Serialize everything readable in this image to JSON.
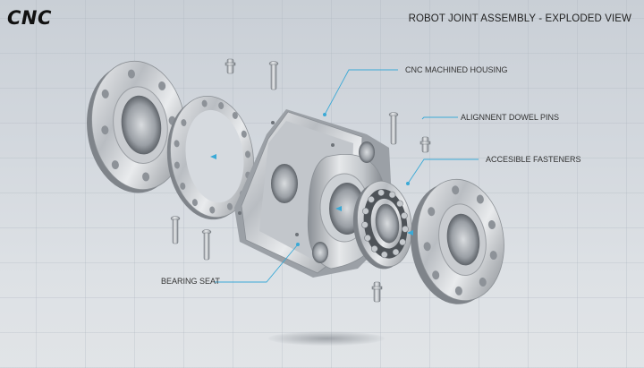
{
  "header": {
    "logo": "CNC",
    "title": "ROBOT JOINT ASSEMBLY - EXPLODED VIEW"
  },
  "callouts": [
    {
      "id": "housing",
      "label": "CNC MACHINED HOUSING"
    },
    {
      "id": "dowel-pins",
      "label": "ALIGNNENT DOWEL PINS"
    },
    {
      "id": "fasteners",
      "label": "ACCESIBLE FASTENERS"
    },
    {
      "id": "bearing-seat",
      "label": "BEARING SEAT"
    }
  ],
  "components": [
    "left-end-flange",
    "bolt-ring-plate",
    "cnc-housing",
    "ball-bearing",
    "right-end-flange",
    "screws",
    "dowel-pins"
  ],
  "colors": {
    "accent": "#3aa9d6",
    "metal_light": "#e8eaec",
    "metal_dark": "#7d8288",
    "background": "#d3d8de"
  }
}
